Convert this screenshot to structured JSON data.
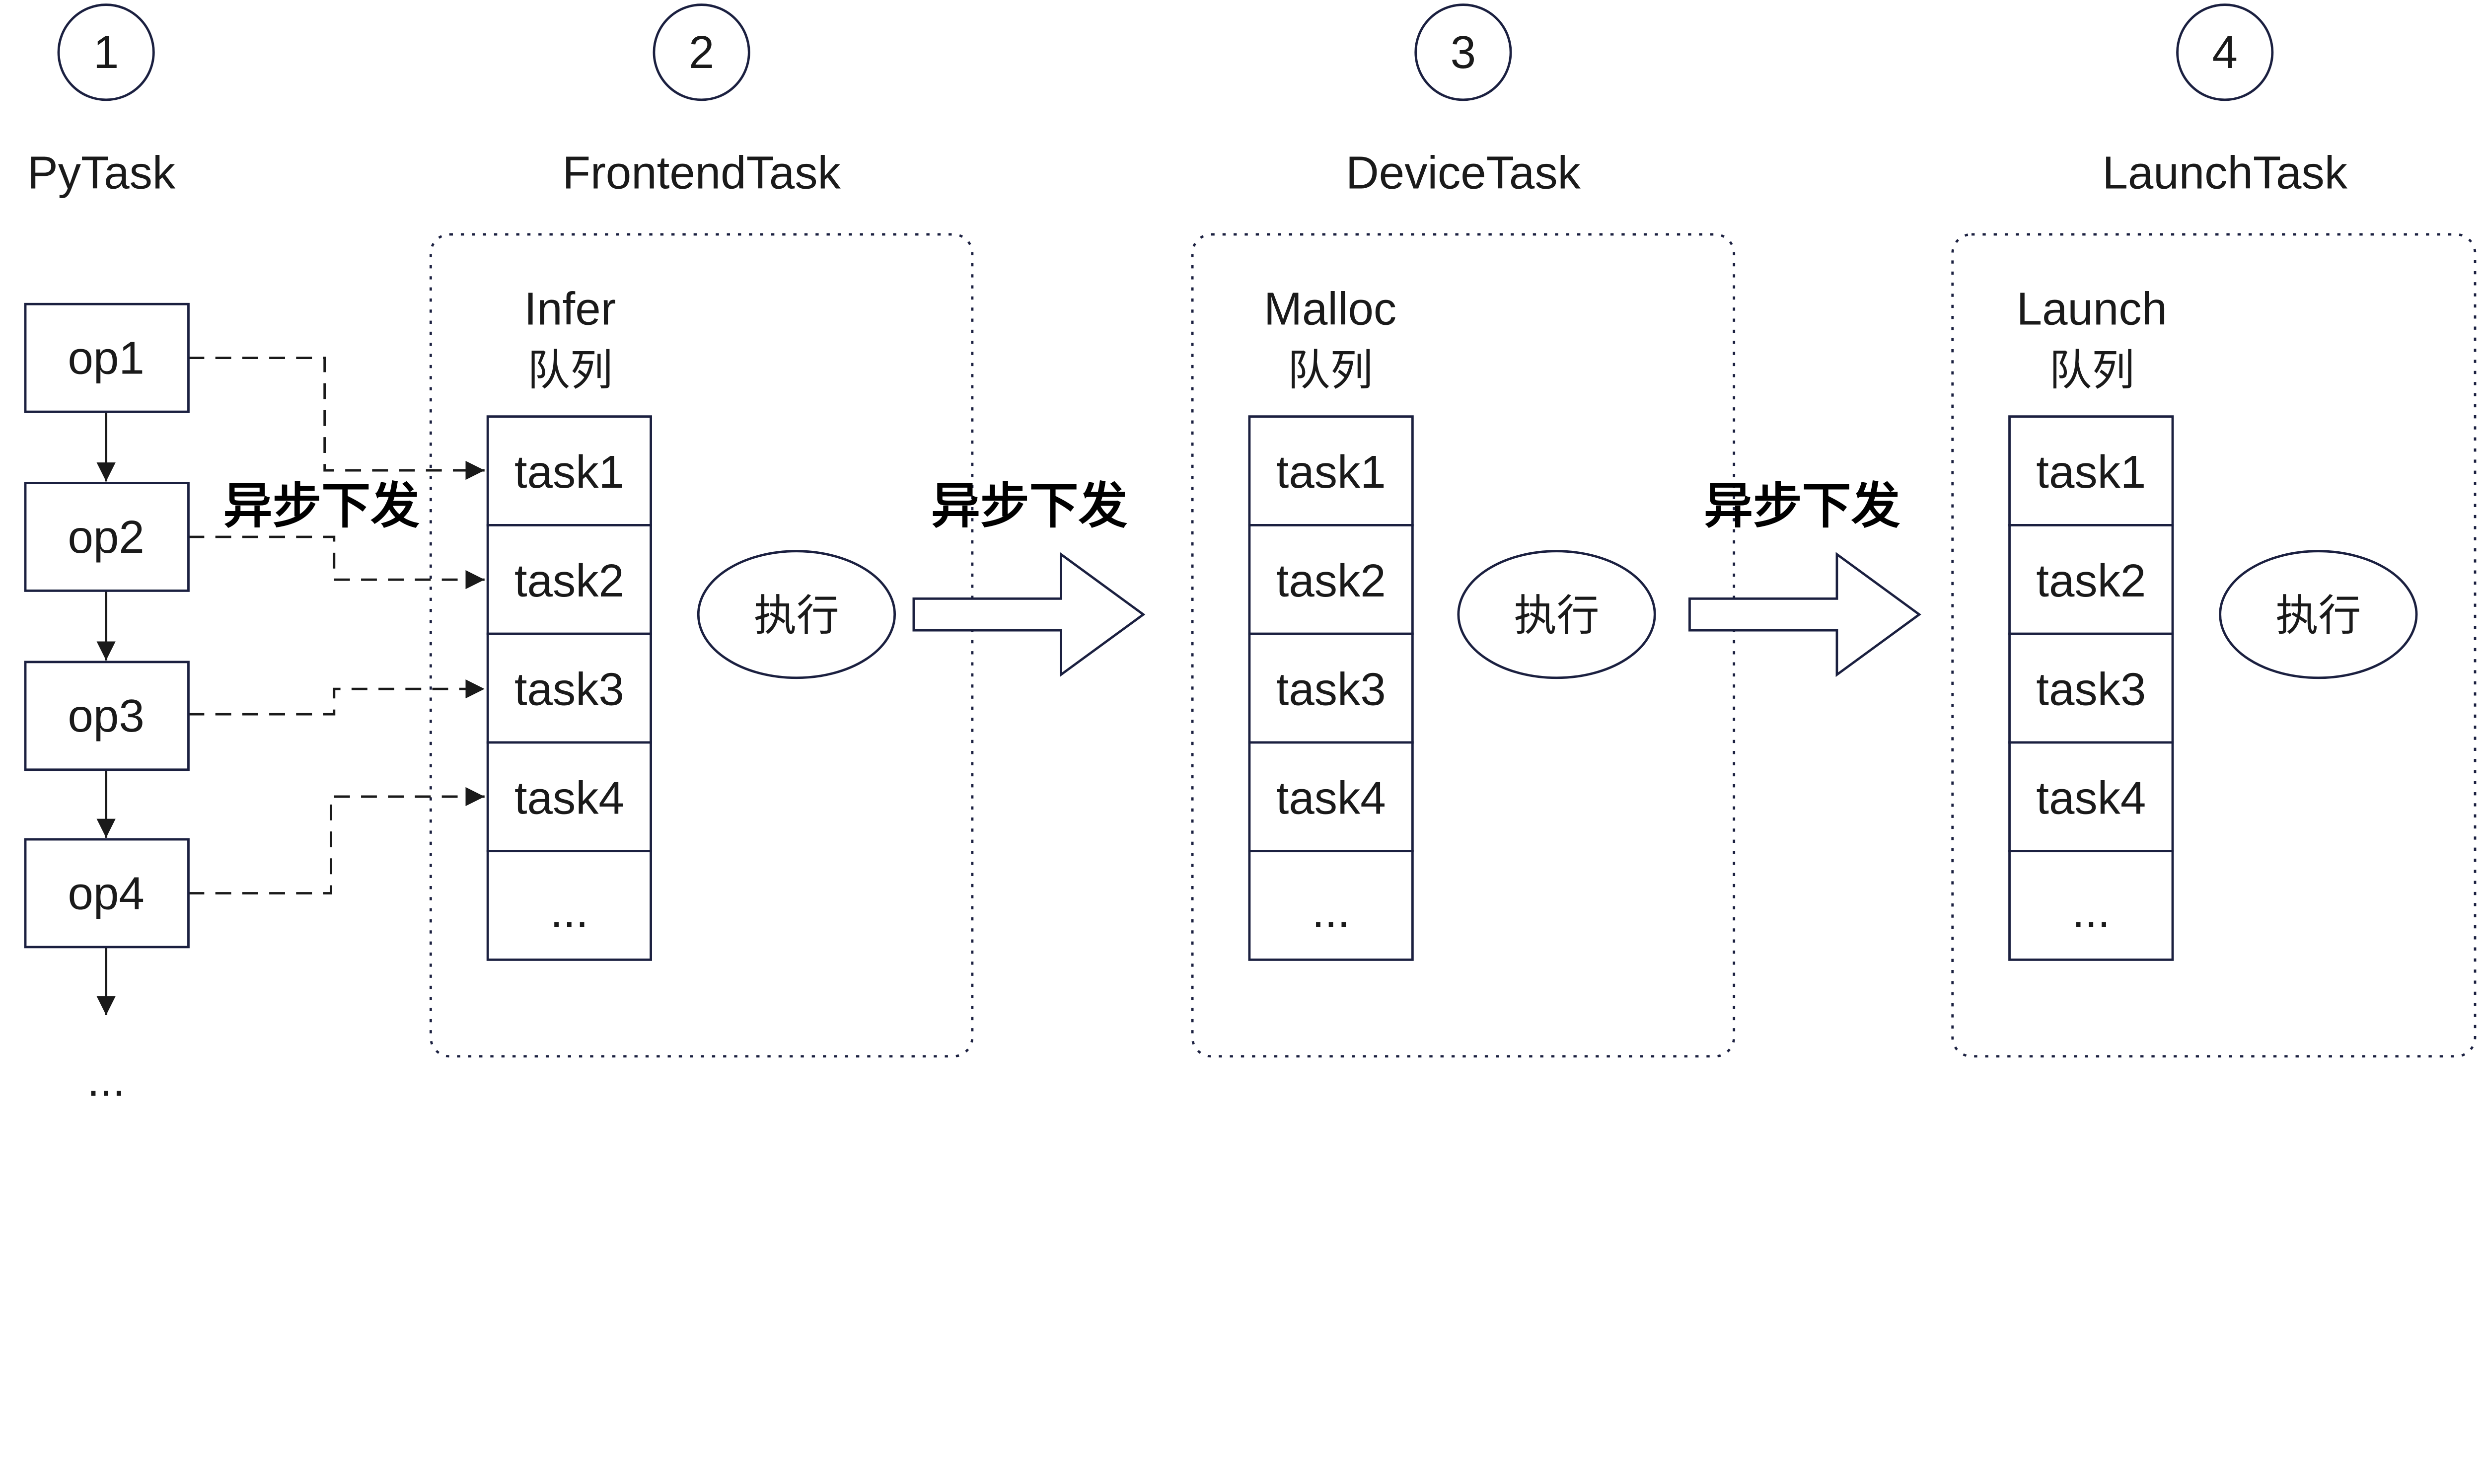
{
  "stages": [
    {
      "number": "1",
      "title": "PyTask"
    },
    {
      "number": "2",
      "title": "FrontendTask",
      "queue_name": "Infer",
      "queue_suffix": "队列",
      "execute": "执行"
    },
    {
      "number": "3",
      "title": "DeviceTask",
      "queue_name": "Malloc",
      "queue_suffix": "队列",
      "execute": "执行"
    },
    {
      "number": "4",
      "title": "LaunchTask",
      "queue_name": "Launch",
      "queue_suffix": "队列",
      "execute": "执行"
    }
  ],
  "ops": [
    "op1",
    "op2",
    "op3",
    "op4"
  ],
  "ops_more": "...",
  "tasks": [
    "task1",
    "task2",
    "task3",
    "task4",
    "..."
  ],
  "async_label": "异步下发",
  "colors": {
    "box_stroke": "#1b2040",
    "line": "#1a1a1a"
  }
}
